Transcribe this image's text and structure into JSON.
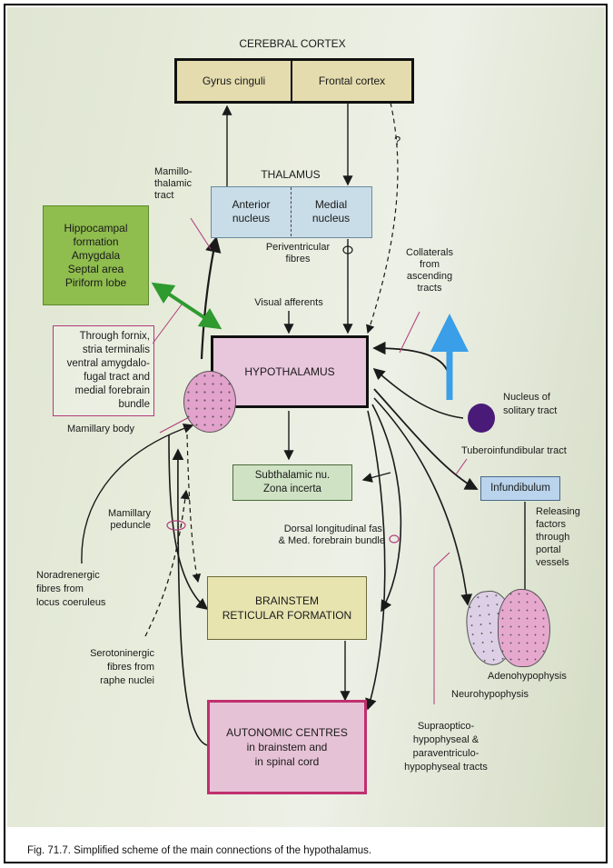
{
  "caption": "Fig. 71.7. Simplified scheme of the main connections of the hypothalamus.",
  "nodes": {
    "cerebral_cortex": "CEREBRAL CORTEX",
    "gyrus_cinguli": "Gyrus cinguli",
    "frontal_cortex": "Frontal cortex",
    "thalamus": "THALAMUS",
    "anterior_nucleus": "Anterior nucleus",
    "medial_nucleus": "Medial nucleus",
    "limbic_box": [
      "Hippocampal",
      "formation",
      "Amygdala",
      "Septal area",
      "Piriform lobe"
    ],
    "hypothalamus": "HYPOTHALAMUS",
    "subthalamic": [
      "Subthalamic nu.",
      "Zona incerta"
    ],
    "infundibulum": "Infundibulum",
    "brainstem": [
      "BRAINSTEM",
      "RETICULAR FORMATION"
    ],
    "autonomic": [
      "AUTONOMIC CENTRES",
      "in brainstem and",
      "in spinal cord"
    ],
    "nucleus_solitary": [
      "Nucleus of",
      "solitary tract"
    ],
    "mamillary_body": "Mamillary body",
    "adenohypophysis": "Adenohypophysis",
    "neurohypophysis": "Neurohypophysis"
  },
  "labels": {
    "mamillothalamic": [
      "Mamillo-",
      "thalamic",
      "tract"
    ],
    "periventricular": [
      "Periventricular",
      "fibres"
    ],
    "collaterals": [
      "Collaterals",
      "from",
      "ascending",
      "tracts"
    ],
    "visual_afferents": "Visual afferents",
    "fornix": [
      "Through fornix,",
      "stria terminalis",
      "ventral amygdalo-",
      "fugal tract and",
      "medial forebrain",
      "bundle"
    ],
    "tuberoinfundibular": "Tuberoinfundibular tract",
    "releasing": [
      "Releasing",
      "factors",
      "through",
      "portal",
      "vessels"
    ],
    "mamillary_peduncle": [
      "Mamillary",
      "peduncle"
    ],
    "dorsal_longitudinal": [
      "Dorsal longitudinal fas.",
      "& Med. forebrain bundle"
    ],
    "noradrenergic": [
      "Noradrenergic",
      "fibres from",
      "locus coeruleus"
    ],
    "serotoninergic": [
      "Serotoninergic",
      "fibres from",
      "raphe nuclei"
    ],
    "supraoptico": [
      "Supraoptico-",
      "hypophyseal &",
      "paraventriculo-",
      "hypophyseal tracts"
    ],
    "question_mark": "?"
  },
  "colors": {
    "cortex_fill": "#e4dcae",
    "thalamus_fill": "#c9dde8",
    "limbic_fill": "#8fbd4e",
    "hypothalamus_fill": "#e8c6dc",
    "subthalamic_fill": "#cfe2c4",
    "infundibulum_fill": "#b9d4ec",
    "brainstem_fill": "#e8e4b0",
    "autonomic_fill": "#e6c2d6",
    "autonomic_border": "#c0306e",
    "mamillary_fill": "#e2a2cc",
    "solitary_fill": "#4a1a78",
    "green_arrow": "#2f9a2f",
    "blue_arrow": "#3a9ee8"
  }
}
